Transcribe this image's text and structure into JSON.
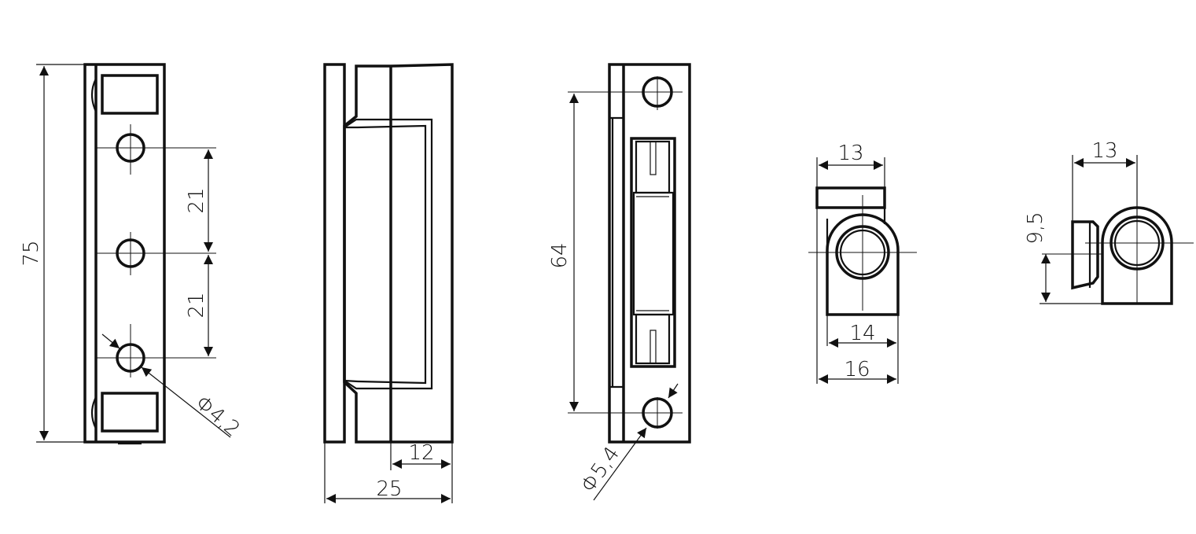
{
  "dimensions": {
    "height_75": "75",
    "spacing_21_a": "21",
    "spacing_21_b": "21",
    "hole_dia_4_2": "Φ4,2",
    "width_12": "12",
    "width_25": "25",
    "height_64": "64",
    "hole_dia_5_4": "Φ5,4",
    "top_13_a": "13",
    "width_14": "14",
    "width_16": "16",
    "top_13_b": "13",
    "height_9_5": "9,5"
  },
  "colors": {
    "line": "#111111",
    "background": "#ffffff"
  }
}
